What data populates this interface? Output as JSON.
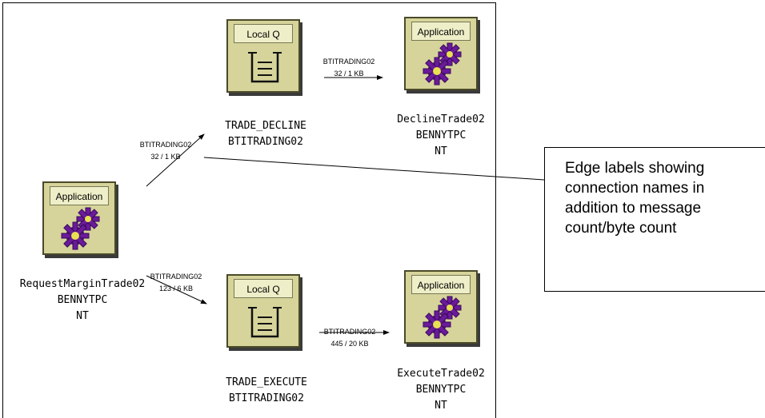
{
  "nodes": {
    "request_margin_trade": {
      "type": "Application",
      "name": "RequestMarginTrade02",
      "host": "BENNYTPC",
      "os": "NT",
      "icon": "gears-icon"
    },
    "trade_decline_queue": {
      "type": "Local Q",
      "name": "TRADE_DECLINE",
      "qmgr": "BTITRADING02",
      "icon": "queue-tray-icon"
    },
    "decline_trade": {
      "type": "Application",
      "name": "DeclineTrade02",
      "host": "BENNYTPC",
      "os": "NT",
      "icon": "gears-icon"
    },
    "trade_execute_queue": {
      "type": "Local Q",
      "name": "TRADE_EXECUTE",
      "qmgr": "BTITRADING02",
      "icon": "queue-tray-icon"
    },
    "execute_trade": {
      "type": "Application",
      "name": "ExecuteTrade02",
      "host": "BENNYTPC",
      "os": "NT",
      "icon": "gears-icon"
    }
  },
  "edges": {
    "request_to_decline": {
      "connection": "BTITRADING02",
      "stats": "32 / 1 KB"
    },
    "decline_to_app": {
      "connection": "BTITRADING02",
      "stats": "32 / 1 KB"
    },
    "request_to_execute": {
      "connection": "BTITRADING02",
      "stats": "123 / 6 KB"
    },
    "execute_to_app": {
      "connection": "BTITRADING02",
      "stats": "445 / 20 KB"
    }
  },
  "callout": {
    "lines": [
      "Edge labels showing",
      "connection names in",
      "addition to message",
      "count/byte count"
    ]
  },
  "colors": {
    "node_fill": "#d6d49a",
    "gear_purple": "#6a1a9a",
    "gear_center": "#e8e050"
  }
}
